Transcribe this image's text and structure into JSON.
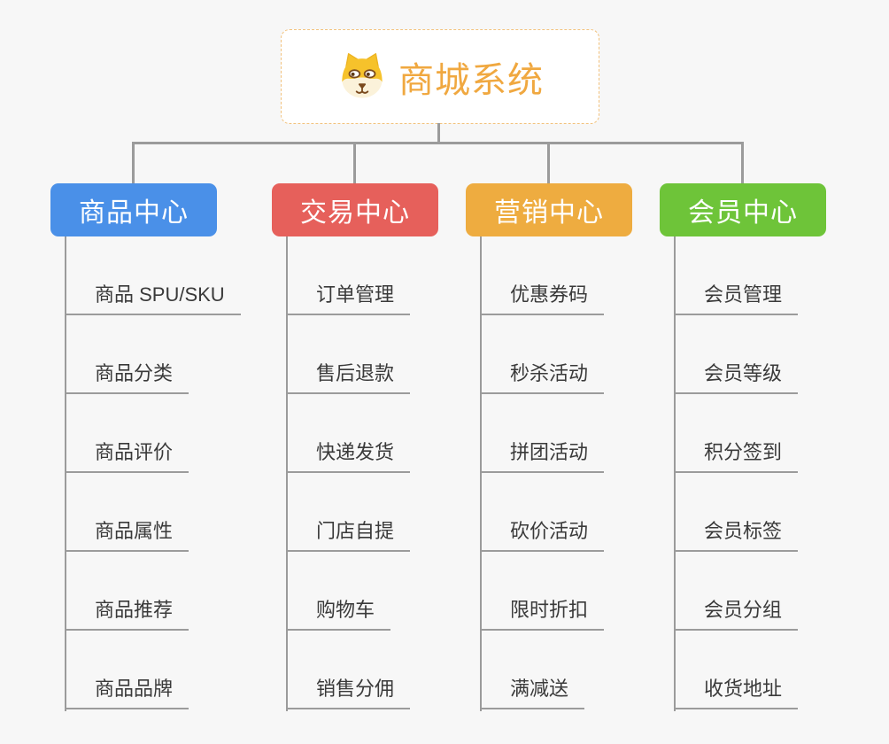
{
  "root": {
    "title": "商城系统",
    "icon": "dog-face-icon"
  },
  "colors": {
    "background": "#F7F7F7",
    "connector": "#9B9B9B",
    "root_text": "#F0A840",
    "root_border": "#F2C27D",
    "item_text": "#3A3A3A",
    "item_underline": "#9B9B9B"
  },
  "branches": [
    {
      "label": "商品中心",
      "color": "#4A90E8",
      "items": [
        "商品 SPU/SKU",
        "商品分类",
        "商品评价",
        "商品属性",
        "商品推荐",
        "商品品牌"
      ]
    },
    {
      "label": "交易中心",
      "color": "#E6605B",
      "items": [
        "订单管理",
        "售后退款",
        "快递发货",
        "门店自提",
        "购物车",
        "销售分佣"
      ]
    },
    {
      "label": "营销中心",
      "color": "#EEAC40",
      "items": [
        "优惠券码",
        "秒杀活动",
        "拼团活动",
        "砍价活动",
        "限时折扣",
        "满减送"
      ]
    },
    {
      "label": "会员中心",
      "color": "#6EC439",
      "items": [
        "会员管理",
        "会员等级",
        "积分签到",
        "会员标签",
        "会员分组",
        "收货地址"
      ]
    }
  ]
}
